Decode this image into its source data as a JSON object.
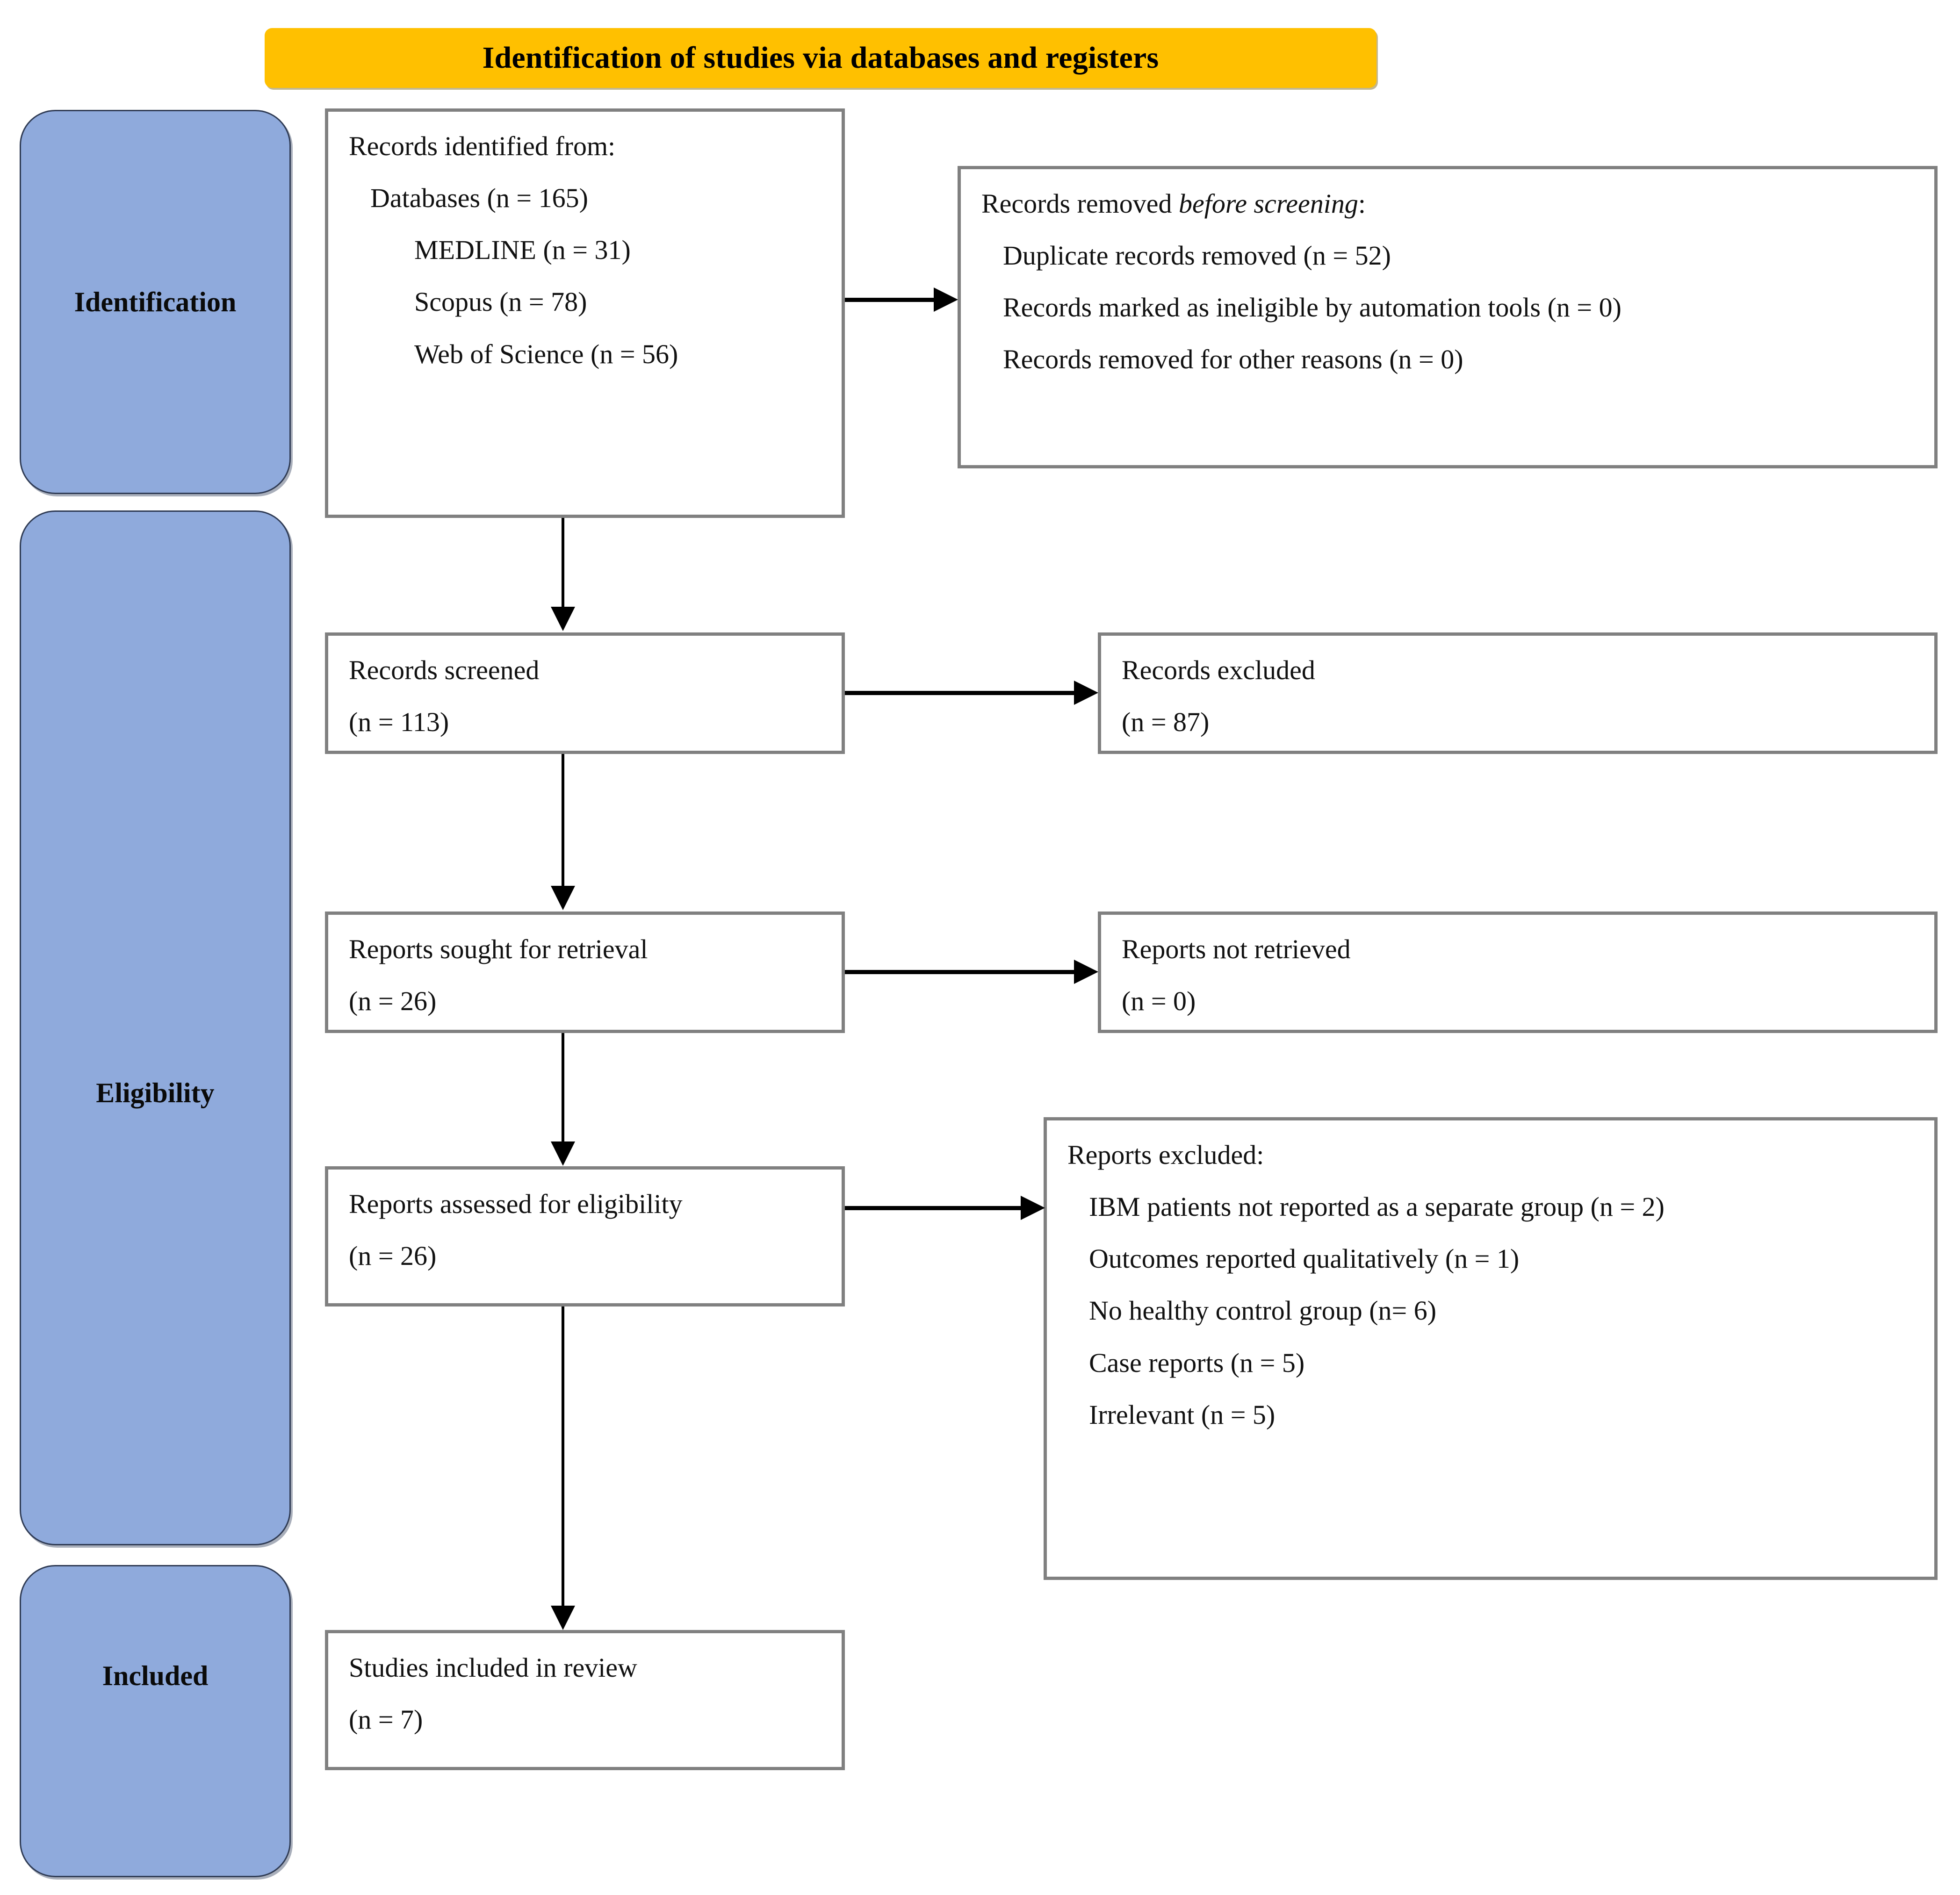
{
  "banner": {
    "title": "Identification of studies via databases and registers",
    "color": "#FFC000"
  },
  "stages": [
    {
      "label": "Identification"
    },
    {
      "label": "Eligibility"
    },
    {
      "label": "Included"
    }
  ],
  "colors": {
    "stage_fill": "#8FAADC",
    "box_border": "#808080",
    "banner": "#FFC000",
    "connector": "#000000"
  },
  "boxes": {
    "identified": {
      "lines": [
        "Records identified from:",
        "Databases (n = 165)",
        "MEDLINE (n = 31)",
        "Scopus (n = 78)",
        "Web of Science (n = 56)"
      ]
    },
    "removed": {
      "heading_prefix": "Records removed ",
      "heading_em": "before screening",
      "heading_suffix": ":",
      "lines": [
        "Duplicate records removed (n = 52)",
        "Records marked as ineligible by automation tools (n = 0)",
        "Records removed for other reasons (n = 0)"
      ]
    },
    "screened": {
      "title": "Records screened",
      "count": "(n = 113)"
    },
    "excluded": {
      "title": "Records excluded",
      "count": "(n = 87)"
    },
    "sought": {
      "title": "Reports sought for retrieval",
      "count": "(n = 26)"
    },
    "not_retrieved": {
      "title": "Reports not retrieved",
      "count": "(n = 0)"
    },
    "assessed": {
      "title": "Reports assessed for eligibility",
      "count": "(n = 26)"
    },
    "reports_excluded": {
      "heading": "Reports excluded:",
      "lines": [
        "IBM patients not reported as a separate group (n = 2)",
        "Outcomes reported qualitatively (n = 1)",
        "No healthy control group (n= 6)",
        "Case reports (n = 5)",
        "Irrelevant (n = 5)"
      ]
    },
    "studies": {
      "title": "Studies included in review",
      "count": "(n = 7)"
    }
  },
  "flow_data": {
    "type": "prisma-flow",
    "identified_total": 165,
    "sources": [
      {
        "name": "MEDLINE",
        "n": 31
      },
      {
        "name": "Scopus",
        "n": 78
      },
      {
        "name": "Web of Science",
        "n": 56
      }
    ],
    "removed_before_screening": [
      {
        "reason": "Duplicate records removed",
        "n": 52
      },
      {
        "reason": "Records marked as ineligible by automation tools",
        "n": 0
      },
      {
        "reason": "Records removed for other reasons",
        "n": 0
      }
    ],
    "records_screened": 113,
    "records_excluded": 87,
    "reports_sought": 26,
    "reports_not_retrieved": 0,
    "reports_assessed": 26,
    "reports_excluded": [
      {
        "reason": "IBM patients not reported as a separate group",
        "n": 2
      },
      {
        "reason": "Outcomes reported qualitatively",
        "n": 1
      },
      {
        "reason": "No healthy control group",
        "n": 6
      },
      {
        "reason": "Case reports",
        "n": 5
      },
      {
        "reason": "Irrelevant",
        "n": 5
      }
    ],
    "studies_included": 7
  }
}
